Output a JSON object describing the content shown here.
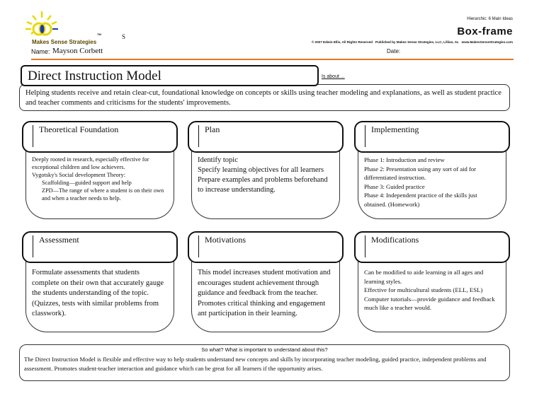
{
  "header": {
    "logo_text": "Makes Sense Strategies",
    "trademark": "TM",
    "stray_letter": "S",
    "hierarchic": "Hierarchic: 6 Main Ideas",
    "form_title": "Box-frame",
    "copyright": "© 2007 Edwin Ellis, All Rights Reserved   Published by Makes Sense Strategies, LLC, Lillian, AL   www.MakesSenseStrategies.com",
    "name_label": "Name:",
    "name_value": "Mayson Corbett",
    "date_label": "Date:",
    "accent_color": "#e87722"
  },
  "topic": {
    "title": "Direct Instruction Model",
    "is_about_label": "Is about ...",
    "is_about_text": "Helping students receive and retain clear-cut, foundational knowledge on concepts or skills using teacher modeling and explanations, as well as student practice and teacher comments and criticisms for the students' improvements."
  },
  "boxes": [
    {
      "label": "Theoretical Foundation",
      "lines": [
        "Deeply rooted in research, especially effective for exceptional children and low achievers.",
        "Vygotsky's Social development Theory:",
        "Scaffolding—guided support and help",
        "ZPD—The range of where a student is on their own and when a teacher needs to help."
      ]
    },
    {
      "label": "Plan",
      "lines": [
        "Identify topic",
        "Specify learning objectives for all learners",
        "Prepare examples and problems beforehand to increase understanding."
      ]
    },
    {
      "label": "Implementing",
      "lines": [
        "Phase 1: Introduction and review",
        "Phase 2: Presentation using any sort of aid for differentiated instruction.",
        "Phase 3: Guided practice",
        "Phase 4: Independent practice of the skills just obtained. (Homework)"
      ]
    },
    {
      "label": "Assessment",
      "lines": [
        "Formulate assessments that students complete on their own that accurately gauge the students understanding of the topic. (Quizzes, tests with similar problems from classwork)."
      ]
    },
    {
      "label": "Motivations",
      "lines": [
        "This model increases student motivation and encourages student achievement through guidance and feedback from the teacher. Promotes critical thinking and engagement ant participation in their learning."
      ]
    },
    {
      "label": "Modifications",
      "lines": [
        "Can be modified to aide learning in all ages and learning styles.",
        "Effective for multicultural students (ELL, ESL)",
        "Computer tutorials—provide guidance and feedback much like a teacher would."
      ]
    }
  ],
  "so_what": {
    "label": "So what? What is important to understand about this?",
    "text": "The Direct Instruction Model is flexible and effective way to help students understand new concepts and skills by incorporating teacher modeling, guided practice, independent problems and assessment. Promotes student-teacher interaction and guidance which can be great for all learners if the opportunity arises."
  }
}
